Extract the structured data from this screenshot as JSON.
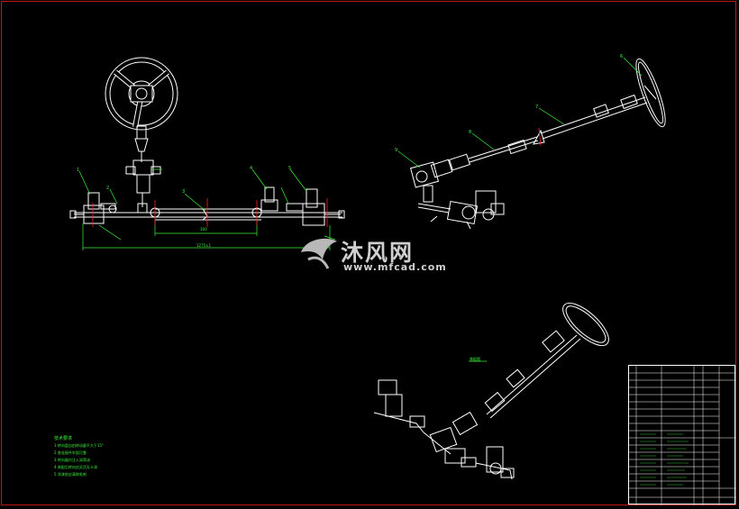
{
  "drawing": {
    "dimension_center": "300",
    "dimension_overall": "1275±1",
    "view_label": "装配图",
    "balloons": [
      "1",
      "2",
      "3",
      "4",
      "5",
      "6",
      "7",
      "8",
      "9"
    ],
    "watermark": {
      "text": "沐风网",
      "url": "www.mfcad.com"
    }
  },
  "tech_notes": {
    "title": "技术要求",
    "items": [
      "1  转向盘自由转动量不大于15°",
      "2  各连接件牢固可靠",
      "3  转向器内注入润滑油",
      "4  装配后转向应灵活无卡滞",
      "5  涂漆前应清除毛刺"
    ]
  },
  "colors": {
    "background": "#000000",
    "linework": "#ffffff",
    "leader": "#3cf03c",
    "centerline": "#ff2020",
    "frame": "#c01818"
  }
}
